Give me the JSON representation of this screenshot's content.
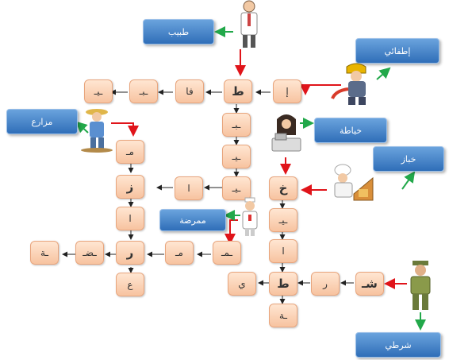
{
  "professions": {
    "doctor": "طبيب",
    "firefighter": "إطفائي",
    "farmer": "مزارع",
    "seamstress": "خياطة",
    "baker": "خباز",
    "nurse": "ممرضة",
    "policeman": "شرطي"
  },
  "tiles": {
    "r1_1": "ـيـ",
    "r1_2": "ـبـ",
    "r1_3": "فا",
    "r1_4": "ط",
    "r1_5": "إ",
    "c_ba": "ـبـ",
    "c_ya": "ـيـ",
    "c_ya2": "ـيـ",
    "khaa": "خ",
    "khaa_ya": "ـيـ",
    "alif_a": "ا",
    "alif_b": "ا",
    "mim_top": "مـ",
    "zay": "ز",
    "alif_c": "ا",
    "ra_a": "ر",
    "ayn": "ع",
    "dad": "ـضـ",
    "ta_end": "ـة",
    "mim_mid": "مـ",
    "mim_mid2": "ـمـ",
    "ta": "ط",
    "ya_end": "ي",
    "ta_end2": "ـة",
    "ra_b": "ر",
    "shin": "شـ"
  },
  "colors": {
    "tile": "#f7c3a0",
    "label": "#2f6eb8",
    "arrow_black": "#222222",
    "arrow_red": "#e0141a",
    "arrow_green": "#22a84a"
  },
  "icons": [
    "doctor-icon",
    "firefighter-icon",
    "farmer-icon",
    "seamstress-icon",
    "baker-icon",
    "nurse-icon",
    "policeman-icon"
  ]
}
